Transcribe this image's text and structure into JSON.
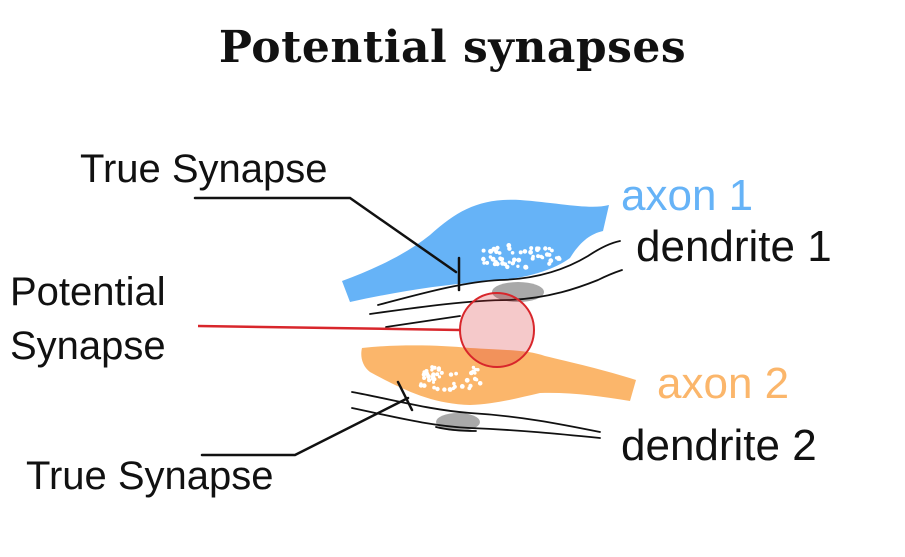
{
  "title": "Potential synapses",
  "labels": {
    "true_synapse_top": "True Synapse",
    "potential_synapse_line1": "Potential",
    "potential_synapse_line2": "Synapse",
    "true_synapse_bottom": "True Synapse",
    "axon1": "axon 1",
    "dendrite1": "dendrite 1",
    "axon2": "axon 2",
    "dendrite2": "dendrite 2"
  },
  "colors": {
    "axon1": "#66b3f7",
    "axon2": "#fbb66b",
    "text": "#111111",
    "potential_marker": "#d8262b",
    "spine": "#a9a9a9"
  }
}
